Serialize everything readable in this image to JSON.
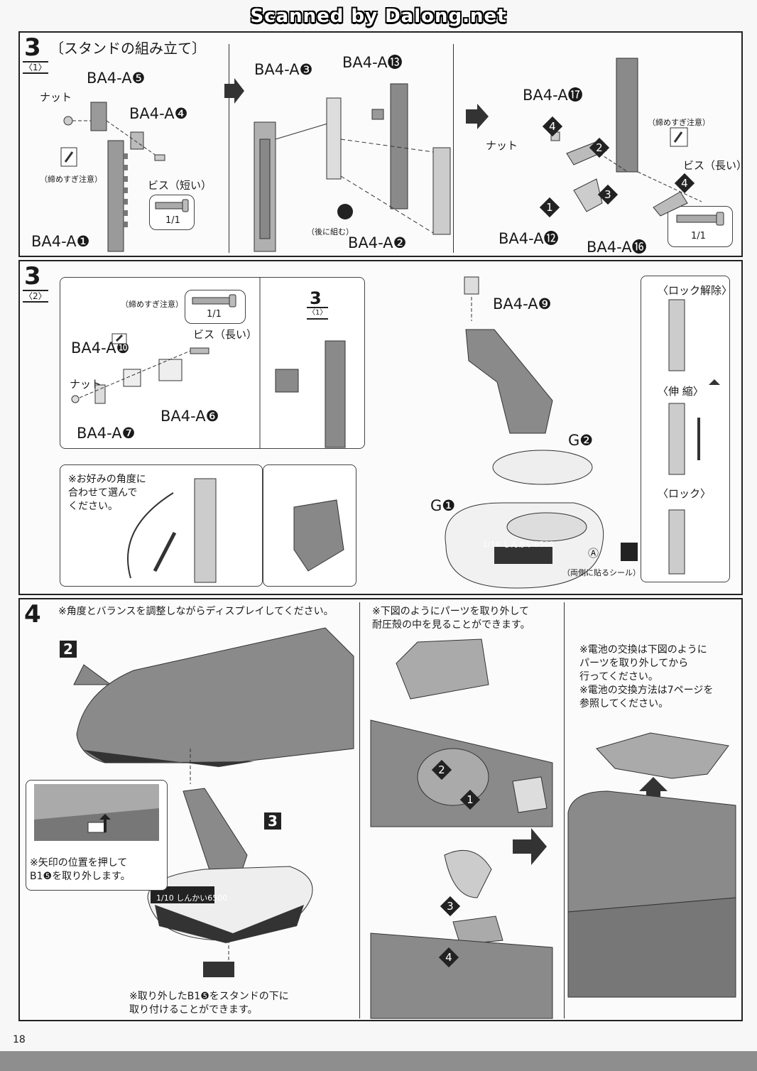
{
  "watermark": "Scanned by Dalong.net",
  "page_number": "18",
  "step3_1": {
    "step": "3",
    "substep": "〈1〉",
    "title": "〔スタンドの組み立て〕",
    "parts": {
      "a5": "BA4-A❺",
      "a4": "BA4-A❹",
      "a1": "BA4-A❶",
      "a3": "BA4-A❸",
      "a13": "BA4-A⓭",
      "a2": "BA4-A❷",
      "a17": "BA4-A⓱",
      "a12": "BA4-A⓬",
      "a16": "BA4-A⓰"
    },
    "nut": "ナット",
    "nut2": "ナット",
    "caution": "（締めすぎ注意）",
    "caution2": "（締めすぎ注意）",
    "screw_short": "ビス（短い）",
    "screw_long": "ビス（長い）",
    "qty": "1/1",
    "qty2": "1/1",
    "later": "（後に組む）",
    "num1": "1",
    "num2": "2",
    "num3": "3",
    "num4": "4",
    "num4b": "4"
  },
  "step3_2": {
    "step": "3",
    "substep": "〈2〉",
    "ref_step": "3",
    "ref_substep": "〈1〉",
    "parts": {
      "a9": "BA4-A❾",
      "a10": "BA4-A❿",
      "a6": "BA4-A❻",
      "a7": "BA4-A❼",
      "g2": "G❷",
      "g1": "G❶"
    },
    "caution": "（締めすぎ注意）",
    "qty": "1/1",
    "screw_long": "ビス（長い）",
    "nut": "ナット",
    "angle_note": "※お好みの角度に\n合わせて選んで\nください。",
    "unlock": "〈ロック解除〉",
    "extend": "〈伸 縮〉",
    "lock": "〈ロック〉",
    "sticker_a": "Ⓐ",
    "sticker_note": "（両側に貼るシール）",
    "plate": "1/10 しんかい6500"
  },
  "step4": {
    "step": "4",
    "note_display": "※角度とバランスを調整しながらディスプレイしてください。",
    "note_parts": "※下図のようにパーツを取り外して\n耐圧殻の中を見ることができます。",
    "note_battery": "※電池の交換は下図のように\nパーツを取り外してから\n行ってください。\n※電池の交換方法は7ページを\n参照してください。",
    "label2": "2",
    "label3": "3",
    "press_note": "※矢印の位置を押して\nB1❺を取り外します。",
    "attach_note": "※取り外したB1❺をスタンドの下に\n取り付けることができます。",
    "plate": "1/10 しんかい6500",
    "seq1": "1",
    "seq2": "2",
    "seq3": "3",
    "seq4": "4"
  },
  "colors": {
    "frame": "#222222",
    "part": "#8a8a8a",
    "dark": "#333333"
  }
}
